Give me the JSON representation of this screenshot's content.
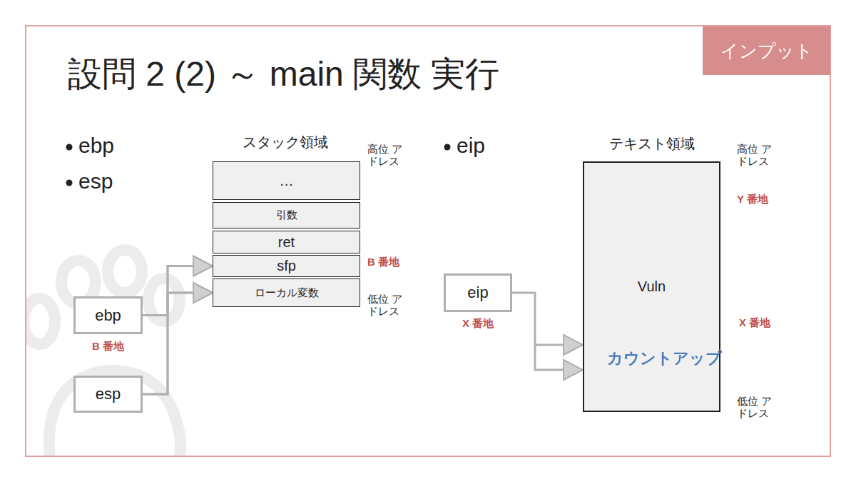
{
  "diagram": {
    "title": "設問 2 (2) ～ main 関数 実行",
    "nodes": [
      {
        "text": [
          "インプット"
        ]
      },
      {
        "text": [
          "…"
        ]
      },
      {
        "text": [
          "引数"
        ]
      },
      {
        "text": [
          "ret"
        ]
      },
      {
        "text": [
          "sfp"
        ]
      },
      {
        "text": [
          "ローカル変数"
        ]
      },
      {
        "text": [
          "ebp"
        ]
      },
      {
        "text": [
          "esp"
        ]
      },
      {
        "text": [
          "テキスト領域",
          "Vuln"
        ]
      },
      {
        "text": [
          "eip"
        ]
      }
    ],
    "edges": [
      {
        "from": 6,
        "to": 4,
        "arrow": "to"
      },
      {
        "from": 6,
        "to": 5,
        "arrow": "to"
      },
      {
        "from": 7,
        "to": 4,
        "arrow": "to"
      },
      {
        "from": 7,
        "to": 5,
        "arrow": "to"
      },
      {
        "from": 9,
        "to": 8,
        "arrow": "to"
      }
    ],
    "labels": [
      "ebp",
      "esp",
      "スタック領域",
      "高位 アドレス",
      "B 番地",
      "低位 アドレス",
      "B 番地",
      "eip",
      "X 番地",
      "高位 アドレス",
      "Y 番地",
      "X 番地",
      "カウントアップ",
      "低位 アドレス"
    ]
  }
}
